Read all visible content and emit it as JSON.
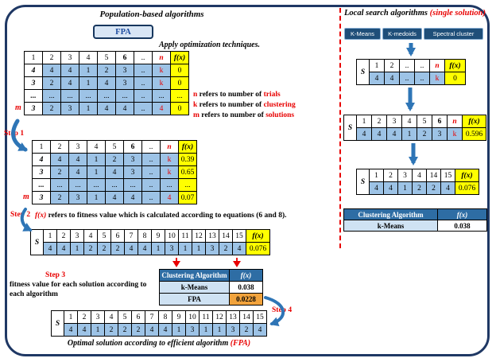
{
  "left": {
    "title": "Population-based algorithms",
    "fpa_button": "FPA",
    "subtitle": "Apply optimization techniques.",
    "step1_label": "Step 1",
    "step2_label": "Step 2",
    "step3_label": "Step 3",
    "step4_label": "Step 4",
    "m_label": "m",
    "initial_table": {
      "header": [
        "1",
        "2",
        "3",
        "4",
        "5",
        "6",
        "..",
        "n",
        "f(x)"
      ],
      "rows": [
        [
          "4",
          "4",
          "4",
          "1",
          "2",
          "3",
          "..",
          "k",
          "0"
        ],
        [
          "3",
          "2",
          "4",
          "1",
          "4",
          "3",
          "..",
          "k",
          "0"
        ],
        [
          "...",
          "...",
          "...",
          "...",
          "...",
          "...",
          "..",
          "...",
          "..."
        ],
        [
          "3",
          "2",
          "3",
          "1",
          "4",
          "4",
          "..",
          "4",
          "0"
        ]
      ]
    },
    "evaluated_table": {
      "header": [
        "1",
        "2",
        "3",
        "4",
        "5",
        "6",
        "..",
        "n",
        "f(x)"
      ],
      "rows": [
        [
          "4",
          "4",
          "4",
          "1",
          "2",
          "3",
          "..",
          "k",
          "0.39"
        ],
        [
          "3",
          "2",
          "4",
          "1",
          "4",
          "3",
          "..",
          "k",
          "0.65"
        ],
        [
          "...",
          "...",
          "...",
          "...",
          "...",
          "...",
          "..",
          "...",
          "..."
        ],
        [
          "3",
          "2",
          "3",
          "1",
          "4",
          "4",
          "..",
          "4",
          "0.07"
        ]
      ]
    },
    "fx_note": {
      "lead": "f(x)",
      "rest": " refers to fitness value which is calculated according to equations (6 and 8)."
    },
    "best_solution_table": {
      "label": "S",
      "header": [
        "1",
        "2",
        "3",
        "4",
        "5",
        "6",
        "7",
        "8",
        "9",
        "10",
        "11",
        "12",
        "13",
        "14",
        "15",
        "f(x)"
      ],
      "values": [
        "4",
        "4",
        "1",
        "2",
        "2",
        "2",
        "4",
        "4",
        "1",
        "3",
        "1",
        "1",
        "3",
        "2",
        "4",
        "0.076"
      ]
    },
    "step3_text": "fitness value for each solution according to each algorithm",
    "comparison_table": {
      "header": [
        "Clustering Algorithm",
        "f(x)"
      ],
      "rows": [
        [
          "k-Means",
          "0.038"
        ],
        [
          "FPA",
          "0.0228"
        ]
      ],
      "highlight": "FPA"
    },
    "final_table": {
      "label": "S",
      "header": [
        "1",
        "2",
        "3",
        "4",
        "5",
        "6",
        "7",
        "8",
        "9",
        "10",
        "11",
        "12",
        "13",
        "14",
        "15"
      ],
      "values": [
        "4",
        "4",
        "1",
        "2",
        "2",
        "2",
        "4",
        "4",
        "1",
        "3",
        "1",
        "1",
        "3",
        "2",
        "4"
      ]
    },
    "caption": {
      "main": "Optimal solution according to efficient algorithm ",
      "accent": "(FPA)"
    }
  },
  "legend": {
    "items": [
      {
        "lead": "n",
        "mid": " refers to number of ",
        "accent": "trials"
      },
      {
        "lead": "k",
        "mid": " refers to number of ",
        "accent": "clustering"
      },
      {
        "lead": "m",
        "mid": " refers to number of ",
        "accent": "solutions"
      }
    ]
  },
  "right": {
    "title": {
      "main": "Local search algorithms ",
      "accent": "(single solution)"
    },
    "buttons": [
      "K-Means",
      "K-medoids",
      "Spectral cluster"
    ],
    "initial_table": {
      "label": "S",
      "header": [
        "1",
        "2",
        "..",
        "..",
        "n",
        "f(x)"
      ],
      "values": [
        "4",
        "4",
        "..",
        "..",
        "k",
        "0"
      ]
    },
    "trial_table": {
      "label": "S",
      "header": [
        "1",
        "2",
        "3",
        "4",
        "5",
        "6",
        "n",
        "f(x)"
      ],
      "values": [
        "4",
        "4",
        "4",
        "1",
        "2",
        "3",
        "k",
        "0.596"
      ]
    },
    "best_table": {
      "label": "S",
      "header": [
        "1",
        "2",
        "3",
        "4",
        "14",
        "15",
        "f(x)"
      ],
      "values": [
        "4",
        "4",
        "1",
        "2",
        "2",
        "4",
        "0.076"
      ]
    },
    "comparison_table": {
      "header": [
        "Clustering Algorithm",
        "f(x)"
      ],
      "rows": [
        [
          "k-Means",
          "0.038"
        ]
      ]
    }
  },
  "colors": {
    "cell_blue": "#9dc3e6",
    "highlight_yellow": "#ffff00",
    "accent_red": "#e80000",
    "comparison_header_blue": "#2e6da4",
    "button_blue": "#1f4e79",
    "best_value_orange": "#f2a33c",
    "frame_navy": "#1f3864",
    "arrow_blue": "#2e75b6"
  }
}
